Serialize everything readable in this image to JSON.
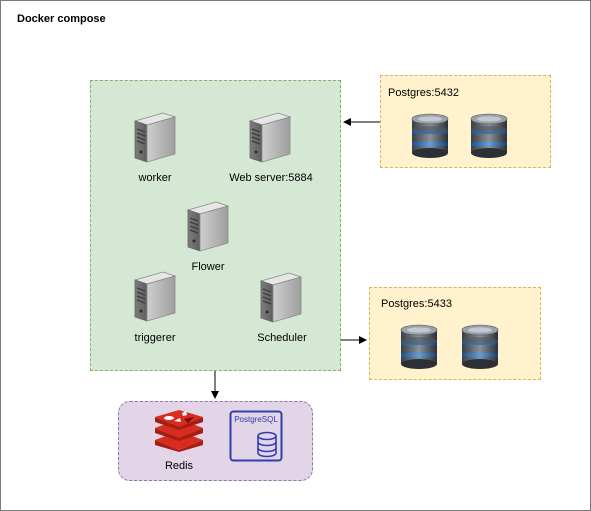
{
  "diagram": {
    "title": "Docker compose",
    "airflow": {
      "nodes": {
        "worker": "worker",
        "webserver": "Web server:5884",
        "flower": "Flower",
        "triggerer": "triggerer",
        "scheduler": "Scheduler"
      }
    },
    "postgres_a": {
      "label": "Postgres:5432"
    },
    "postgres_b": {
      "label": "Postgres:5433"
    },
    "broker": {
      "redis_label": "Redis",
      "postgresql_logo_text": "PostgreSQL"
    }
  },
  "colors": {
    "airflow_fill": "#d5e8d4",
    "postgres_fill": "#fff2cc",
    "broker_fill": "#e1d5e7",
    "redis_red": "#c6302b",
    "postgresql_blue": "#2f3fae"
  }
}
